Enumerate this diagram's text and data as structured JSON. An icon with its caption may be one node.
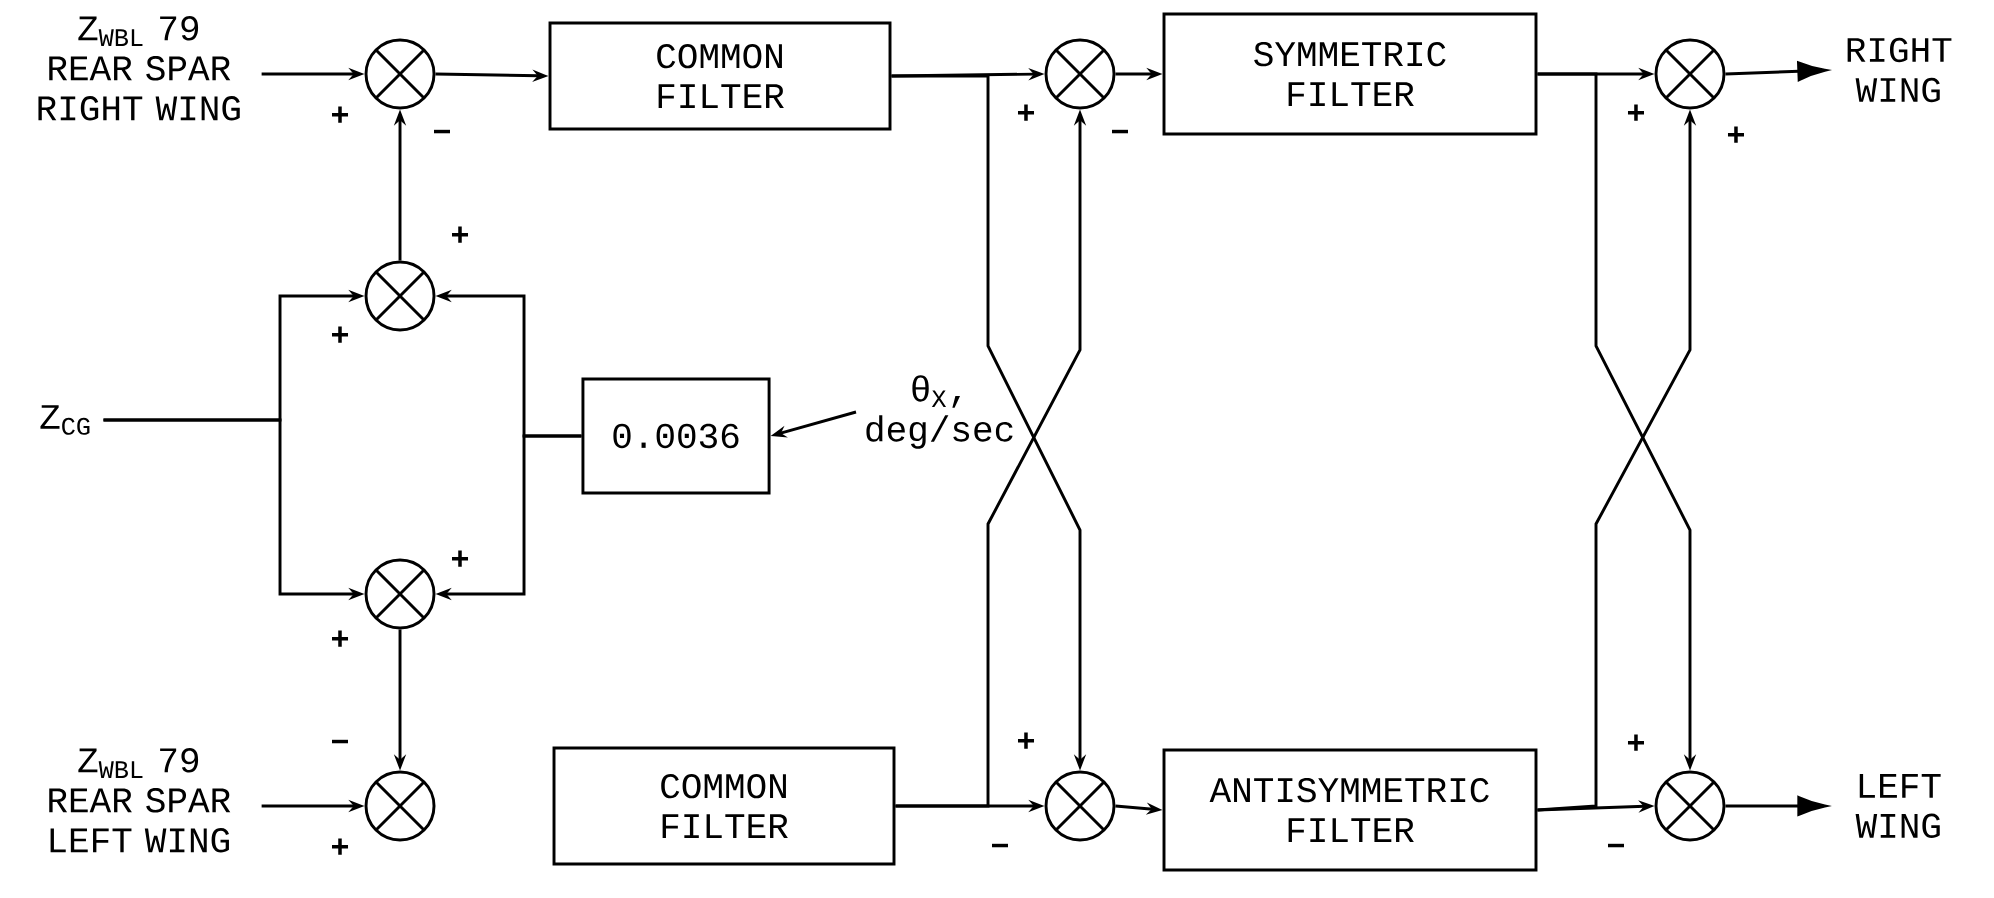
{
  "diagram": {
    "nodes": [
      {
        "text": [
          "Z$_{WBL}$ 79 REAR SPAR RIGHT WING"
        ]
      },
      {
        "text": [],
        "shape": "circle"
      },
      {
        "text": [
          "COMMON FILTER"
        ]
      },
      {
        "text": [],
        "shape": "circle"
      },
      {
        "text": [
          "SYMMETRIC FILTER"
        ]
      },
      {
        "text": [],
        "shape": "circle"
      },
      {
        "text": [
          "RIGHT WING"
        ]
      },
      {
        "text": [
          "Z$_{CG}$"
        ]
      },
      {
        "text": [],
        "shape": "circle"
      },
      {
        "text": [
          "0.0036"
        ]
      },
      {
        "text": [
          "θ$_{X}$, deg/sec"
        ]
      },
      {
        "text": [],
        "shape": "circle"
      },
      {
        "text": [
          "Z$_{WBL}$ 79 REAR SPAR LEFT WING"
        ]
      },
      {
        "text": [],
        "shape": "circle"
      },
      {
        "text": [
          "COMMON FILTER"
        ]
      },
      {
        "text": [],
        "shape": "circle"
      },
      {
        "text": [
          "ANTISYMMETRIC FILTER"
        ]
      },
      {
        "text": [],
        "shape": "circle"
      },
      {
        "text": [
          "LEFT WING"
        ]
      }
    ],
    "edges": [
      {
        "from": 0,
        "to": 1,
        "arrow": "to"
      },
      {
        "from": 12,
        "to": 13,
        "arrow": "to"
      },
      {
        "from": 1,
        "to": 2,
        "arrow": "to"
      },
      {
        "from": 2,
        "to": 3,
        "arrow": "to"
      },
      {
        "from": 2,
        "to": 15,
        "arrow": "to"
      },
      {
        "from": 14,
        "to": 3,
        "arrow": "to"
      },
      {
        "from": 3,
        "to": 4,
        "arrow": "to"
      },
      {
        "from": 14,
        "to": 15,
        "arrow": "to"
      },
      {
        "from": 15,
        "to": 16,
        "arrow": "to"
      },
      {
        "from": 4,
        "to": 5,
        "arrow": "to"
      },
      {
        "from": 4,
        "to": 17,
        "arrow": "to"
      },
      {
        "from": 16,
        "to": 17,
        "arrow": "to"
      },
      {
        "from": 16,
        "to": 5,
        "arrow": "to"
      },
      {
        "from": 5,
        "to": 6,
        "arrow": "to"
      },
      {
        "from": 17,
        "to": 18,
        "arrow": "to"
      },
      {
        "from": 7,
        "to": 8,
        "arrow": "to"
      },
      {
        "from": 7,
        "to": 11,
        "arrow": "to"
      },
      {
        "from": 10,
        "to": 9,
        "arrow": "to"
      },
      {
        "from": 9,
        "to": 8,
        "arrow": "to"
      },
      {
        "from": 9,
        "to": 11,
        "arrow": "to"
      },
      {
        "from": 8,
        "to": 1,
        "arrow": "to"
      },
      {
        "from": 11,
        "to": 13,
        "arrow": "to"
      }
    ],
    "labels": [
      "+",
      "+",
      "+",
      "−",
      "−",
      "+",
      "+",
      "+",
      "+",
      "+",
      "−",
      "+",
      "+",
      "+",
      "−",
      "−"
    ]
  }
}
